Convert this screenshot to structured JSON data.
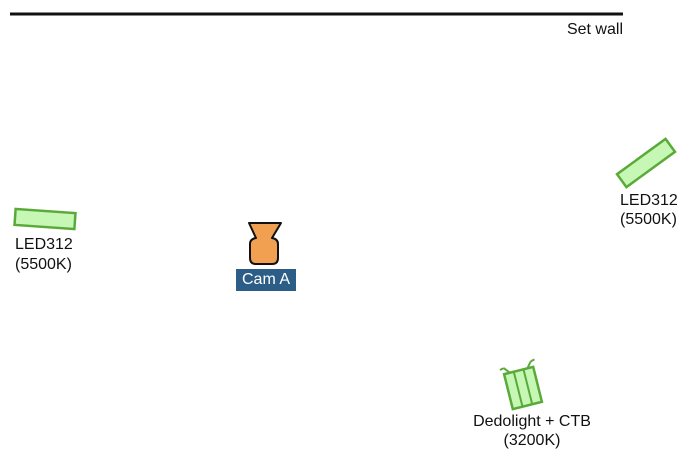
{
  "wall": {
    "label": "Set wall"
  },
  "camera": {
    "label": "Cam A",
    "fill": "#f0a050",
    "tag_color": "#2c5d86"
  },
  "lights": [
    {
      "line1": "LED312",
      "line2": "(5500K)",
      "fill": "#c6f7b4",
      "stroke": "#5aaa3a"
    },
    {
      "line1": "LED312",
      "line2": "(5500K)",
      "fill": "#c6f7b4",
      "stroke": "#5aaa3a"
    },
    {
      "line1": "Dedolight + CTB",
      "line2": "(3200K)",
      "fill": "#c6f7b4",
      "stroke": "#5aaa3a"
    }
  ]
}
